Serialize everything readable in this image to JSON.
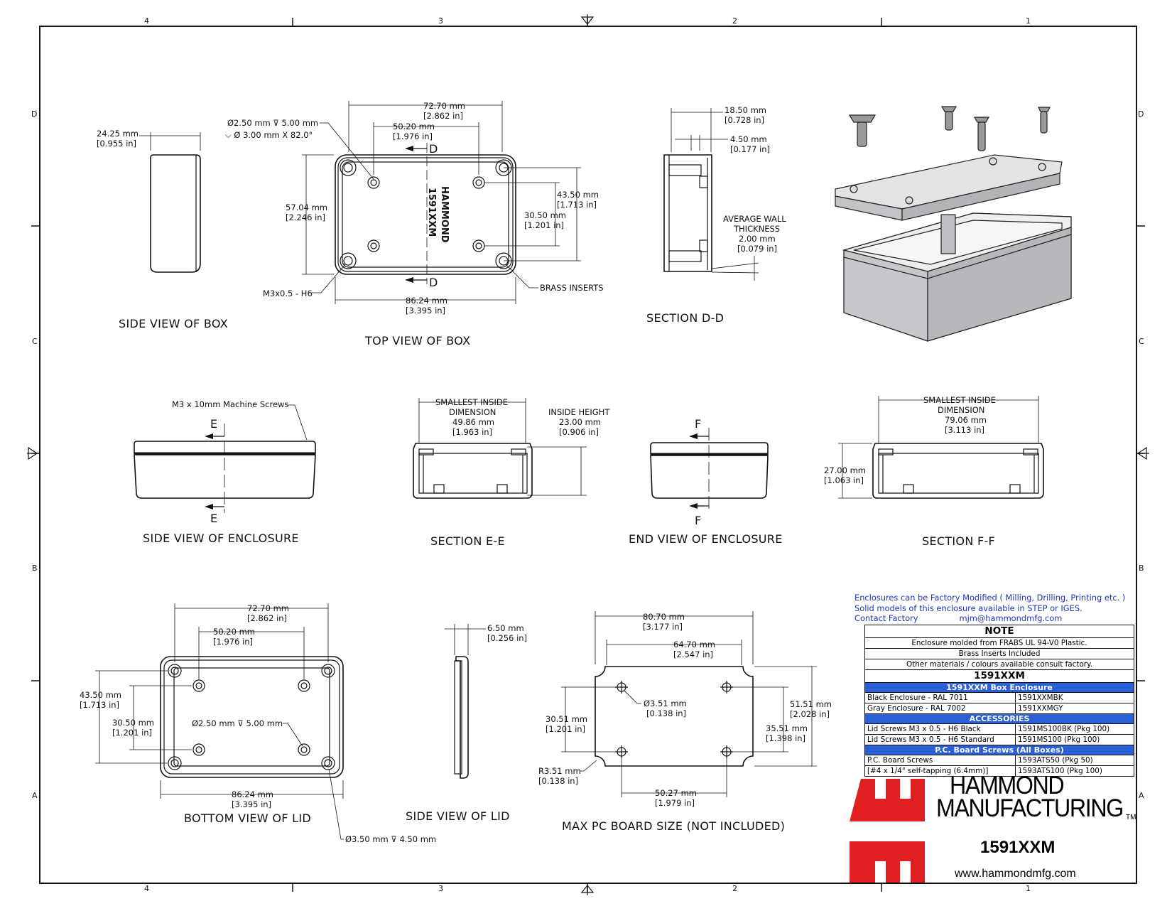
{
  "zones": {
    "columns": [
      "4",
      "3",
      "2",
      "1"
    ],
    "rows": [
      "D",
      "C",
      "B",
      "A"
    ]
  },
  "views": {
    "side_box": {
      "title": "SIDE VIEW OF BOX",
      "dim": "24.25 mm",
      "dim_in": "[0.955 in]"
    },
    "top_box": {
      "title": "TOP VIEW OF BOX",
      "hole_note_1": "Ø2.50 mm ⊽ 5.00 mm",
      "hole_note_2": "⌵ Ø 3.00 mm X 82.0°",
      "w_outer": "72.70 mm",
      "w_outer_in": "[2.862 in]",
      "w_inner": "50.20 mm",
      "w_inner_in": "[1.976 in]",
      "h_left": "57.04 mm",
      "h_left_in": "[2.246 in]",
      "h_right_outer": "43.50 mm",
      "h_right_outer_in": "[1.713 in]",
      "h_right_inner": "30.50 mm",
      "h_right_inner_in": "[1.201 in]",
      "w_bottom": "86.24 mm",
      "w_bottom_in": "[3.395 in]",
      "insert_thread": "M3x0.5 - H6",
      "brass": "BRASS INSERTS",
      "brand1": "HAMMOND",
      "brand2": "1591XXM",
      "section_letter": "D"
    },
    "section_dd": {
      "title": "SECTION  D-D",
      "dim1": "18.50 mm",
      "dim1_in": "[0.728 in]",
      "dim2": "4.50 mm",
      "dim2_in": "[0.177 in]",
      "wall_1": "AVERAGE WALL",
      "wall_2": "THICKNESS",
      "wall_3": "2.00 mm",
      "wall_4": "[0.079 in]"
    },
    "side_enclosure": {
      "title": "SIDE VIEW OF ENCLOSURE",
      "screws": "M3 x 10mm Machine Screws",
      "section_letter": "E"
    },
    "section_ee": {
      "title": "SECTION  E-E",
      "smallest_1": "SMALLEST INSIDE",
      "smallest_2": "DIMENSION",
      "smallest_3": "49.86 mm",
      "smallest_4": "[1.963 in]",
      "height_1": "INSIDE HEIGHT",
      "height_2": "23.00 mm",
      "height_3": "[0.906 in]"
    },
    "end_enclosure": {
      "title": "END VIEW OF ENCLOSURE",
      "section_letter": "F"
    },
    "section_ff": {
      "title": "SECTION  F-F",
      "smallest_1": "SMALLEST INSIDE",
      "smallest_2": "DIMENSION",
      "smallest_3": "79.06 mm",
      "smallest_4": "[3.113 in]",
      "h": "27.00 mm",
      "h_in": "[1.063 in]"
    },
    "bottom_lid": {
      "title": "BOTTOM VIEW OF LID",
      "w_outer": "72.70 mm",
      "w_outer_in": "[2.862 in]",
      "w_inner": "50.20 mm",
      "w_inner_in": "[1.976 in]",
      "h_outer": "43.50 mm",
      "h_outer_in": "[1.713 in]",
      "h_inner": "30.50 mm",
      "h_inner_in": "[1.201 in]",
      "hole": "Ø2.50 mm ⊽ 5.00 mm",
      "w_bottom": "86.24 mm",
      "w_bottom_in": "[3.395 in]",
      "cbore": "Ø3.50 mm ⊽ 4.50 mm"
    },
    "side_lid": {
      "title": "SIDE VIEW OF LID",
      "dim": "6.50 mm",
      "dim_in": "[0.256 in]"
    },
    "pcb": {
      "title": "MAX PC BOARD SIZE (NOT INCLUDED)",
      "w_outer": "80.70 mm",
      "w_outer_in": "[3.177 in]",
      "w_inner": "64.70 mm",
      "w_inner_in": "[2.547 in]",
      "hole": "Ø3.51 mm",
      "hole_in": "[0.138 in]",
      "h_left": "30.51 mm",
      "h_left_in": "[1.201 in]",
      "h_right_outer": "51.51 mm",
      "h_right_outer_in": "[2.028 in]",
      "h_right_inner": "35.51 mm",
      "h_right_inner_in": "[1.398 in]",
      "radius": "R3.51 mm",
      "radius_in": "[0.138 in]",
      "w_bottom": "50.27 mm",
      "w_bottom_in": "[1.979 in]"
    }
  },
  "info": {
    "line1": "Enclosures can be Factory Modified ( Milling, Drilling, Printing etc. )",
    "line2": "Solid models of this enclosure available in STEP or IGES.",
    "contact": "Contact Factory",
    "email": "mjm@hammondmfg.com"
  },
  "table": {
    "note_header": "NOTE",
    "notes": [
      "Enclosure molded from FRABS UL 94-V0 Plastic.",
      "Brass Inserts Included",
      "Other materials / colours available consult factory."
    ],
    "part_header": "1591XXM",
    "sections": [
      {
        "title": "1591XXM Box Enclosure",
        "rows": [
          {
            "desc": "Black Enclosure - RAL 7011",
            "part": "1591XXMBK"
          },
          {
            "desc": "Gray Enclosure - RAL 7002",
            "part": "1591XXMGY"
          }
        ]
      },
      {
        "title": "ACCESSORIES",
        "rows": [
          {
            "desc": "Lid Screws M3 x 0.5 - H6 Black",
            "part": "1591MS100BK (Pkg 100)"
          },
          {
            "desc": "Lid Screws M3 x 0.5 - H6 Standard",
            "part": "1591MS100 (Pkg 100)"
          }
        ]
      },
      {
        "title": "P.C. Board Screws (All Boxes)",
        "rows": [
          {
            "desc": "P.C. Board Screws",
            "part": "1593ATS50 (Pkg 50)"
          },
          {
            "desc": "[#4 x 1/4\" self-tapping (6.4mm)]",
            "part": "1593ATS100 (Pkg 100)"
          }
        ]
      }
    ]
  },
  "brand": {
    "line1": "HAMMOND",
    "line2": "MANUFACTURING",
    "tm": "TM",
    "part": "1591XXM",
    "website": "www.hammondmfg.com",
    "logo_color": "#e02020",
    "accent_blue": "#2b5fd6"
  }
}
